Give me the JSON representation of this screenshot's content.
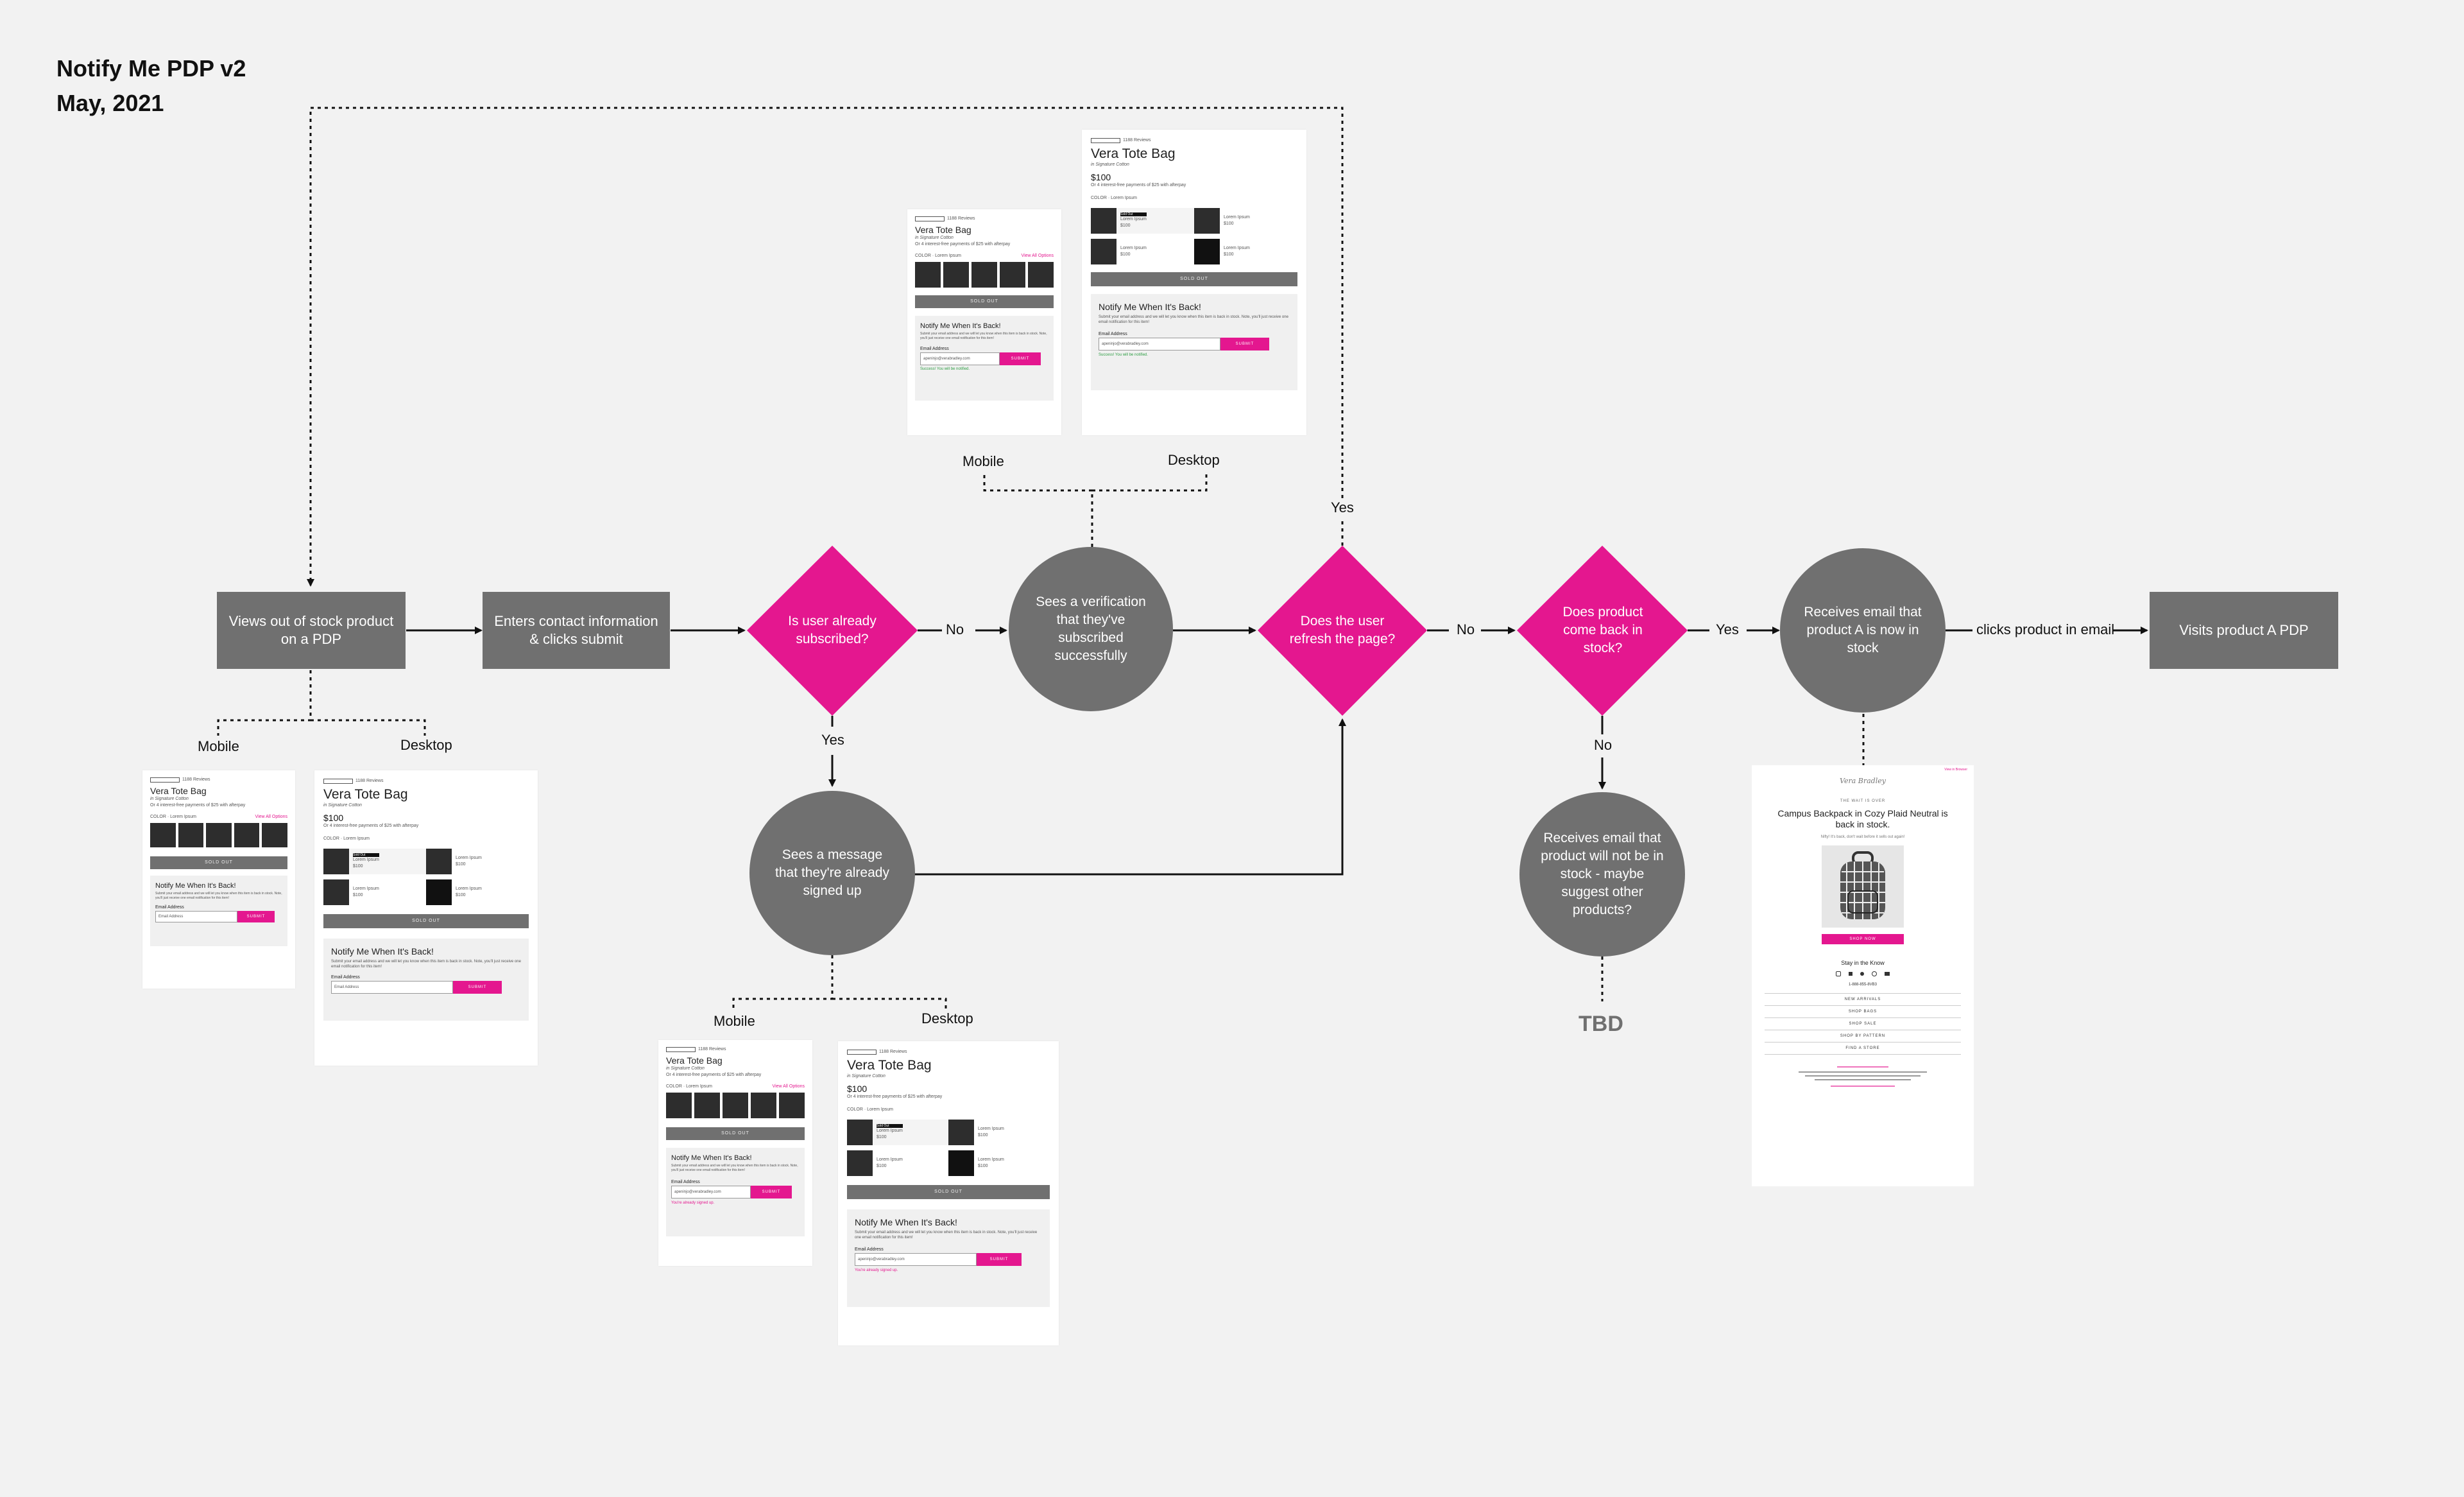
{
  "title": {
    "line1": "Notify Me PDP v2",
    "line2": "May, 2021"
  },
  "nodes": {
    "views_oos": "Views out of stock product on a PDP",
    "enters_contact": "Enters contact information & clicks submit",
    "already_subscribed": "Is user already subscribed?",
    "sees_verification": "Sees a verification that they've subscribed successfully",
    "sees_already": "Sees a message that they're already signed up",
    "refresh": "Does the user refresh the page?",
    "back_in_stock": "Does product come back in stock?",
    "receives_back": "Receives email that product A is now in stock",
    "visits_pdp": "Visits product A PDP",
    "receives_not_back": "Receives email that product will not be in stock - maybe suggest other products?",
    "tbd": "TBD"
  },
  "edge_labels": {
    "no1": "No",
    "yes1": "Yes",
    "yes_refresh": "Yes",
    "no_refresh": "No",
    "yes_stock": "Yes",
    "no_stock": "No",
    "clicks_email": "clicks product in email"
  },
  "variant_labels": {
    "mobile_a": "Mobile",
    "desktop_a": "Desktop",
    "mobile_b": "Mobile",
    "desktop_b": "Desktop",
    "mobile_c": "Mobile",
    "desktop_c": "Desktop"
  },
  "mock": {
    "reviews": "1188 Reviews",
    "product": "Vera Tote Bag",
    "subtitle": "in Signature Cotton",
    "price": "$100",
    "installments": "Or 4 interest-free payments of $25 with afterpay",
    "color_label": "COLOR",
    "color_value": "Lorem Ipsum",
    "view_all": "View All Options",
    "sold_out": "SOLD OUT",
    "item_name": "Lorem Ipsum",
    "item_price": "$100",
    "badge": "Sold Out",
    "notify_heading": "Notify Me When It's Back!",
    "notify_body": "Submit your email address and we will let you know when this item is back in stock. Note, you'll just receive one email notification for this item!",
    "email_label": "Email Address",
    "email_placeholder": "Email Address",
    "email_value": "apeninjo@verabradley.com",
    "submit": "SUBMIT",
    "success": "Success! You will be notified.",
    "already": "You're already signed up."
  },
  "email": {
    "brand": "Vera Bradley",
    "view_browser": "View in Browser",
    "eyebrow": "THE WAIT IS OVER",
    "headline": "Campus Backpack in Cozy Plaid Neutral is back in stock.",
    "body": "Nifty! It's back, don't wait before it sells out again!",
    "cta": "SHOP NOW",
    "stay": "Stay in the Know",
    "phone": "1-888-855-8VB3",
    "nav": [
      "NEW ARRIVALS",
      "SHOP BAGS",
      "SHOP SALE",
      "SHOP BY PATTERN",
      "FIND A STORE"
    ]
  },
  "colors": {
    "pink": "#e4178f",
    "gray": "#707070",
    "bg": "#f2f2f2"
  }
}
